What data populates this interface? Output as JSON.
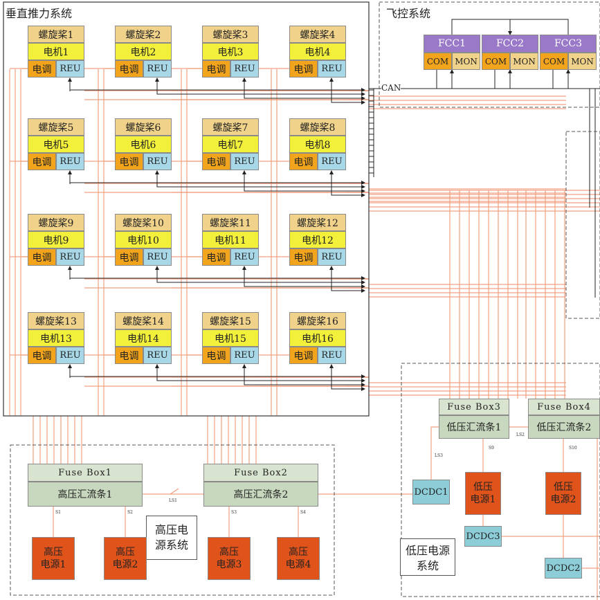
{
  "systems": {
    "vertical": "垂直推力系统",
    "flight": "飞控系统",
    "hv": "高压电源系统",
    "lv": "低压电源系统"
  },
  "can_label": "CAN",
  "units": [
    {
      "prop": "螺旋桨1",
      "motor": "电机1",
      "esc": "电调",
      "reu": "REU"
    },
    {
      "prop": "螺旋桨2",
      "motor": "电机2",
      "esc": "电调",
      "reu": "REU"
    },
    {
      "prop": "螺旋桨3",
      "motor": "电机3",
      "esc": "电调",
      "reu": "REU"
    },
    {
      "prop": "螺旋桨4",
      "motor": "电机4",
      "esc": "电调",
      "reu": "REU"
    },
    {
      "prop": "螺旋桨5",
      "motor": "电机5",
      "esc": "电调",
      "reu": "REU"
    },
    {
      "prop": "螺旋桨6",
      "motor": "电机6",
      "esc": "电调",
      "reu": "REU"
    },
    {
      "prop": "螺旋桨7",
      "motor": "电机7",
      "esc": "电调",
      "reu": "REU"
    },
    {
      "prop": "螺旋桨8",
      "motor": "电机8",
      "esc": "电调",
      "reu": "REU"
    },
    {
      "prop": "螺旋桨9",
      "motor": "电机9",
      "esc": "电调",
      "reu": "REU"
    },
    {
      "prop": "螺旋桨10",
      "motor": "电机10",
      "esc": "电调",
      "reu": "REU"
    },
    {
      "prop": "螺旋桨11",
      "motor": "电机11",
      "esc": "电调",
      "reu": "REU"
    },
    {
      "prop": "螺旋桨12",
      "motor": "电机12",
      "esc": "电调",
      "reu": "REU"
    },
    {
      "prop": "螺旋桨13",
      "motor": "电机13",
      "esc": "电调",
      "reu": "REU"
    },
    {
      "prop": "螺旋桨14",
      "motor": "电机14",
      "esc": "电调",
      "reu": "REU"
    },
    {
      "prop": "螺旋桨15",
      "motor": "电机15",
      "esc": "电调",
      "reu": "REU"
    },
    {
      "prop": "螺旋桨16",
      "motor": "电机16",
      "esc": "电调",
      "reu": "REU"
    }
  ],
  "fcc": [
    {
      "name": "FCC1",
      "com": "COM",
      "mon": "MON"
    },
    {
      "name": "FCC2",
      "com": "COM",
      "mon": "MON"
    },
    {
      "name": "FCC3",
      "com": "COM",
      "mon": "MON"
    }
  ],
  "fuse_boxes": [
    {
      "name": "Fuse Box1",
      "bus": "高压汇流条1"
    },
    {
      "name": "Fuse Box2",
      "bus": "高压汇流条2"
    },
    {
      "name": "Fuse Box3",
      "bus": "低压汇流条1"
    },
    {
      "name": "Fuse Box4",
      "bus": "低压汇流条2"
    }
  ],
  "hv_sources": [
    {
      "line1": "高压",
      "line2": "电源1"
    },
    {
      "line1": "高压",
      "line2": "电源2"
    },
    {
      "line1": "高压",
      "line2": "电源3"
    },
    {
      "line1": "高压",
      "line2": "电源4"
    }
  ],
  "lv_sources": [
    {
      "line1": "低压",
      "line2": "电源1"
    },
    {
      "line1": "低压",
      "line2": "电源2"
    }
  ],
  "dcdc": [
    "DCDC1",
    "DCDC2",
    "DCDC3"
  ],
  "switch_labels": [
    "S1",
    "S2",
    "S3",
    "S4",
    "S9",
    "S10",
    "LS1",
    "LS2",
    "LS3"
  ],
  "colors": {
    "power": "#f0a080",
    "can": "#222222",
    "prop": "#f0d28a",
    "motor": "#f2f03a",
    "esc": "#f2a51c",
    "reu": "#a8d8e8",
    "fcc": "#9b79c9",
    "hv": "#e0531a",
    "dcdc": "#8ccdd8"
  }
}
